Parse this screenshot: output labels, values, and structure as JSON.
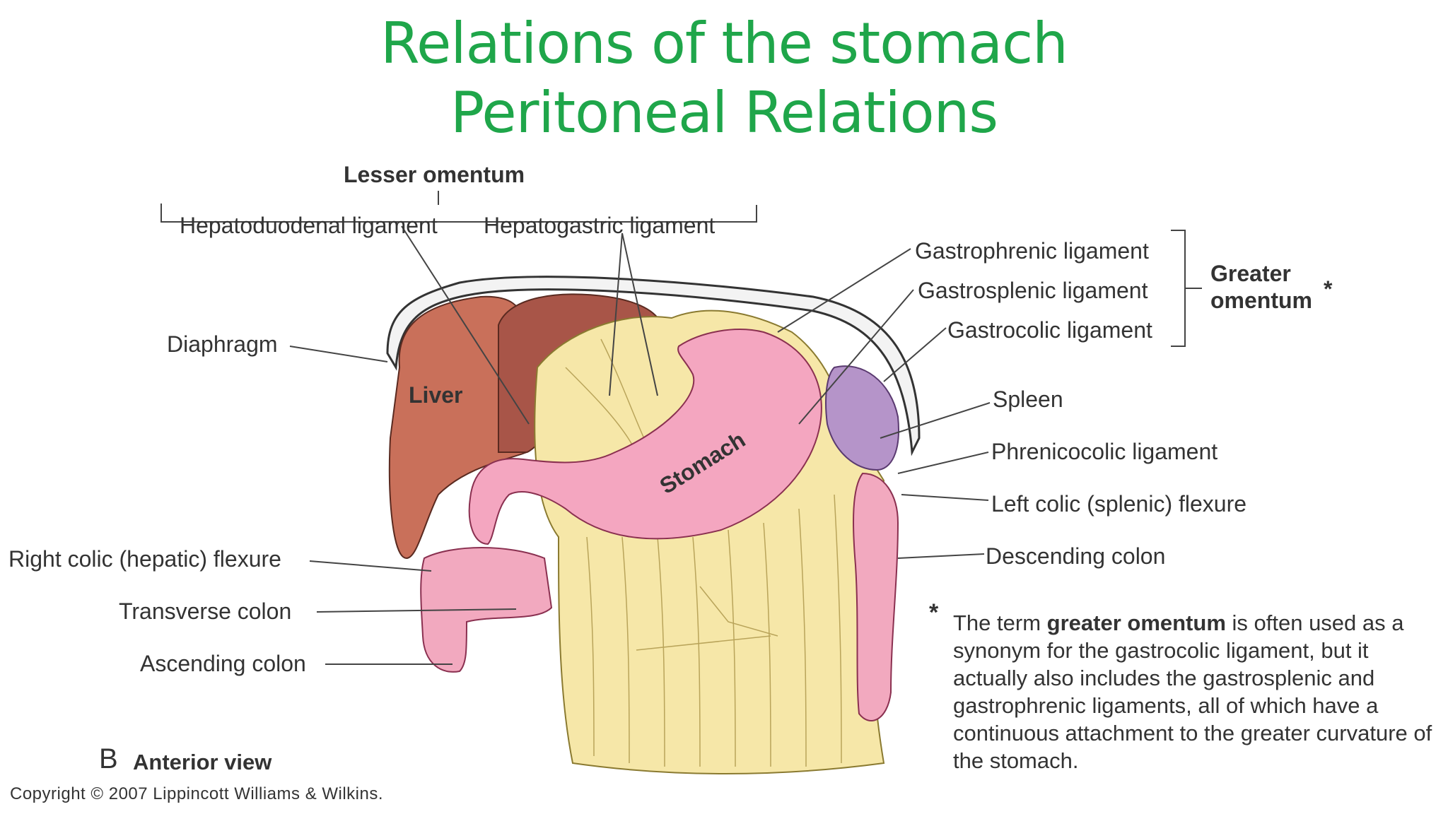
{
  "title": {
    "line1": "Relations of the stomach",
    "line2": "Peritoneal Relations"
  },
  "labels": {
    "lesser_omentum": "Lesser omentum",
    "hepatoduodenal": "Hepatoduodenal ligament",
    "hepatogastric": "Hepatogastric ligament",
    "gastrophrenic": "Gastrophrenic ligament",
    "gastrosplenic": "Gastrosplenic ligament",
    "gastrocolic": "Gastrocolic ligament",
    "greater_omentum_1": "Greater",
    "greater_omentum_2": "omentum",
    "star": "*",
    "diaphragm": "Diaphragm",
    "liver": "Liver",
    "stomach": "Stomach",
    "spleen": "Spleen",
    "phrenicocolic": "Phrenicocolic ligament",
    "left_colic": "Left colic (splenic) flexure",
    "descending_colon": "Descending colon",
    "right_colic": "Right colic (hepatic) flexure",
    "transverse_colon": "Transverse colon",
    "ascending_colon": "Ascending colon"
  },
  "footnote": {
    "star": "*",
    "pre": "The term ",
    "bold": "greater omentum",
    "post": " is often used as a synonym for the gastrocolic ligament, but it actually also includes the gastrosplenic and gastrophrenic ligaments, all of which have a continuous attachment to the greater curvature of the stomach."
  },
  "view": {
    "letter": "B",
    "label": "Anterior view"
  },
  "copyright": "Copyright © 2007 Lippincott Williams & Wilkins.",
  "colors": {
    "title": "#1fa64a",
    "liver": "#c9705a",
    "stomach": "#f4a6c0",
    "omentum": "#f6e7a8",
    "spleen": "#b594c9",
    "colon": "#f2a9bf"
  }
}
